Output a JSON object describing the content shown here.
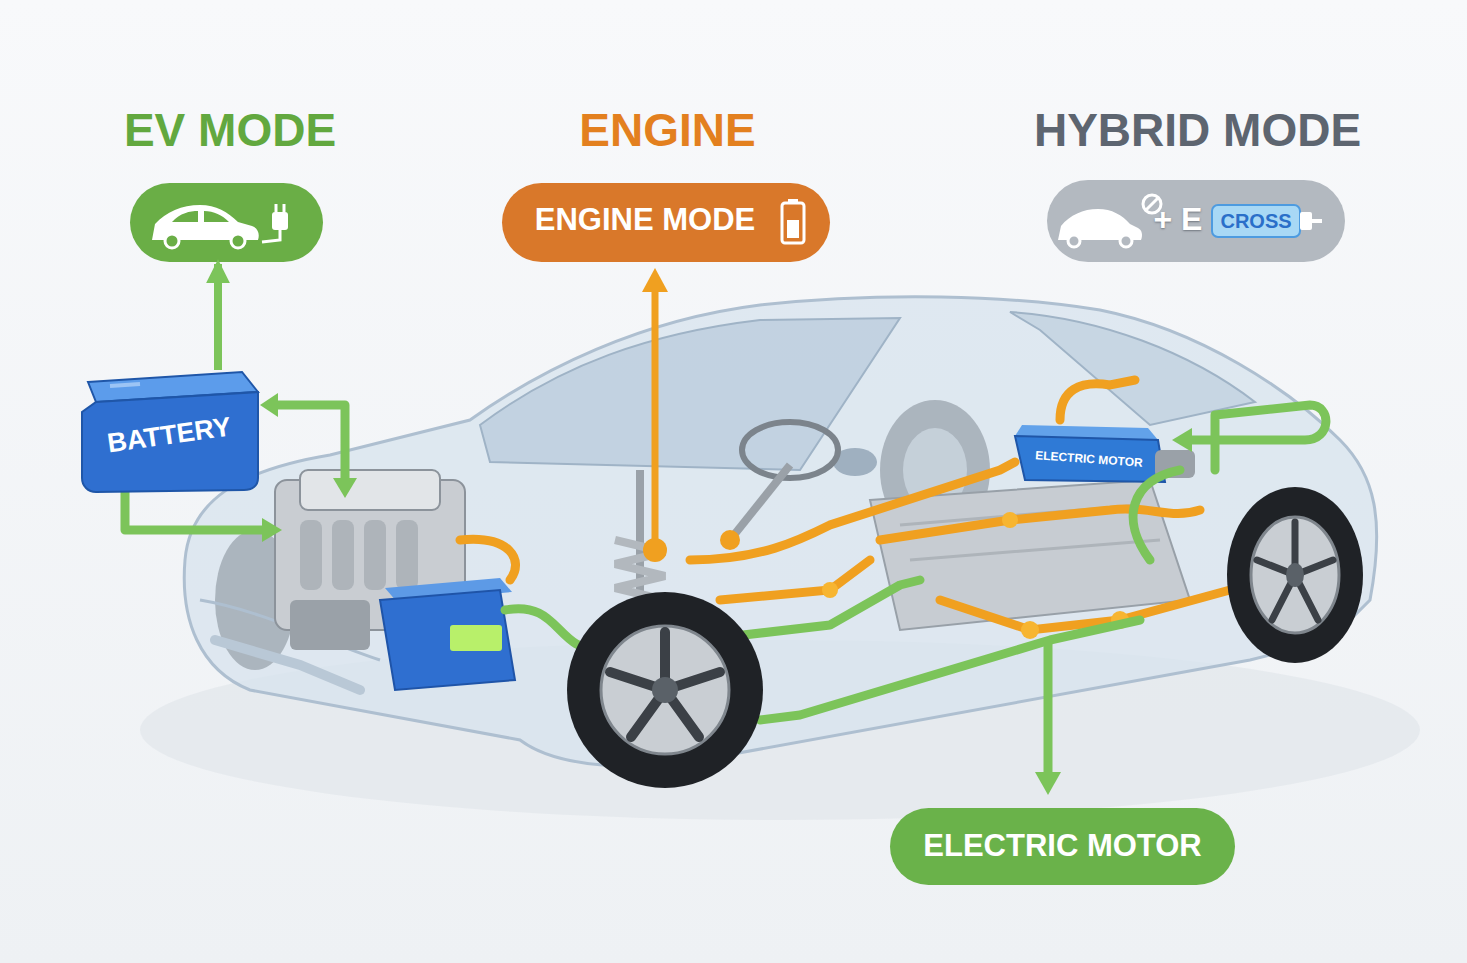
{
  "diagram": {
    "nodes": [
      {
        "text": [
          "EV MODE"
        ]
      },
      {
        "text": [
          "ENGINE",
          "ENGINE MODE"
        ]
      },
      {
        "text": [
          "HYBRID MODE",
          "+ E",
          "CROSS"
        ]
      },
      {
        "text": [
          "BATTERY"
        ]
      },
      {
        "text": [
          "ELECTRIC MOTOR"
        ]
      },
      {
        "text": [
          "ELECTRIC MOTOR"
        ]
      }
    ],
    "edges": [
      {
        "from": 3,
        "to": 0,
        "arrow": "to"
      }
    ]
  }
}
